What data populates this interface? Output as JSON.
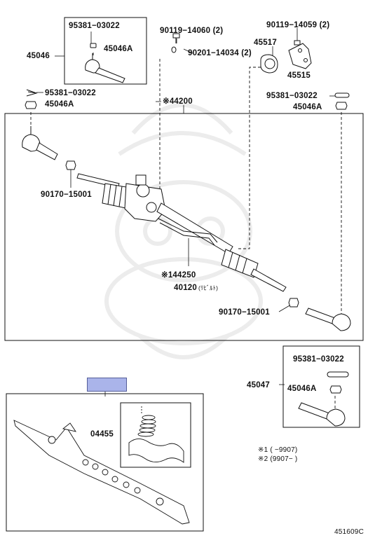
{
  "labels": {
    "p95381_a": "95381−03022",
    "p45046_inset": "45046A",
    "p45046": "45046",
    "p90119_14060": "90119−14060 (2)",
    "p90201": "90201−14034 (2)",
    "p90119_14059": "90119−14059 (2)",
    "p45517": "45517",
    "p45515": "45515",
    "p95381_b": "95381−03022",
    "p45046A_left": "45046A",
    "p95381_c": "95381−03022",
    "p45046A_right": "45046A",
    "p44200": "※44200",
    "p90170_left": "90170−15001",
    "p44250": "※144250",
    "p40120": "40120",
    "p40120_suffix": "(ﾘﾋﾞﾙﾄ)",
    "p90170_right": "90170−15001",
    "p95381_d": "95381−03022",
    "p45047": "45047",
    "p45046A_bottom": "45046A",
    "p04455": "04455",
    "note1": "※1 (      −9907)",
    "note2": "※2 (9907−      )",
    "diagram_code": "451609C"
  },
  "colors": {
    "line": "#111111",
    "tab_fill": "#aab4ea",
    "tab_border": "#555e99",
    "watermark": "#efefef"
  }
}
